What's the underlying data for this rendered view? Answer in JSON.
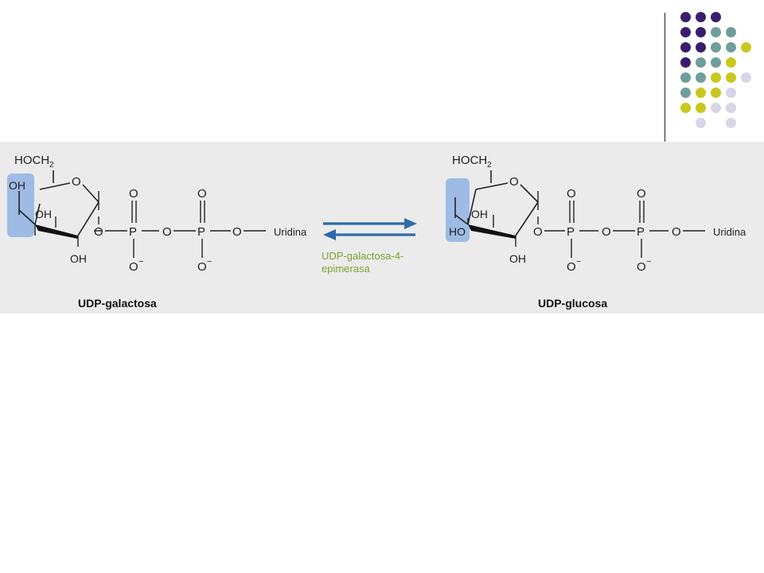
{
  "figure": {
    "left_molecule": {
      "name": "UDP-galactosa",
      "ch2oh": "HOCH",
      "sub2": "2",
      "ring_o": "O",
      "oh_c4": "OH",
      "oh_c3": "OH",
      "oh_c2": "OH",
      "p1_top_o": "O",
      "p1_bottom_o": "O",
      "p2_top_o": "O",
      "p2_bottom_o": "O",
      "bridge_o1": "O",
      "bridge_o2": "O",
      "bridge_o3": "O",
      "p1": "P",
      "p2": "P",
      "minus": "−",
      "uridine": "Uridina"
    },
    "right_molecule": {
      "name": "UDP-glucosa",
      "ch2oh": "HOCH",
      "sub2": "2",
      "ring_o": "O",
      "oh_c4": "HO",
      "oh_c3": "OH",
      "oh_c2": "OH",
      "p1_top_o": "O",
      "p1_bottom_o": "O",
      "p2_top_o": "O",
      "p2_bottom_o": "O",
      "bridge_o1": "O",
      "bridge_o2": "O",
      "bridge_o3": "O",
      "p1": "P",
      "p2": "P",
      "minus": "−",
      "uridine": "Uridina"
    },
    "enzyme": {
      "line1": "UDP-galactosa-4-",
      "line2": "epimerasa"
    }
  },
  "colors": {
    "purple": "#3b1d6e",
    "teal": "#6f9e9a",
    "olive": "#c9c81e",
    "lavender": "#d7d6e8",
    "highlight": "#8fb3e3",
    "arrow": "#2d6ba8",
    "enzyme_text": "#79a42e",
    "figure_bg": "#eeeeee"
  }
}
